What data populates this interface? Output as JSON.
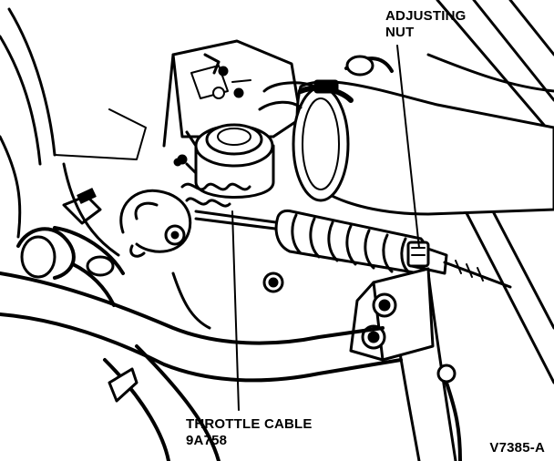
{
  "labels": {
    "adjusting_nut_line1": "ADJUSTING",
    "adjusting_nut_line2": "NUT",
    "throttle_cable_line1": "THROTTLE CABLE",
    "throttle_cable_line2": "9A758",
    "figure_code": "V7385-A"
  },
  "colors": {
    "ink": "#000000",
    "paper": "#ffffff"
  }
}
